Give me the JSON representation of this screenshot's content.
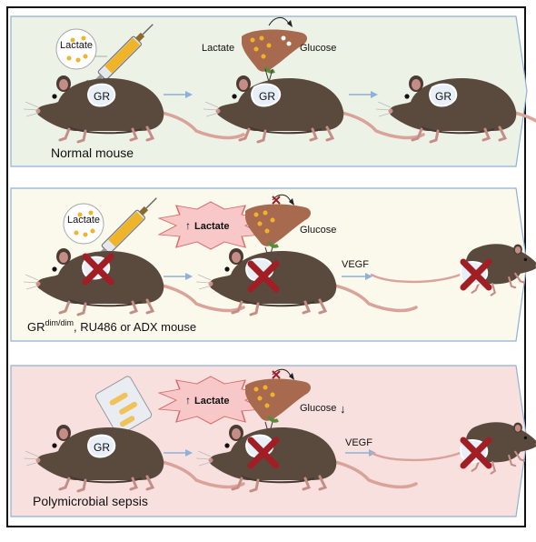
{
  "panels": [
    {
      "id": "normal",
      "background": "#edf2e6",
      "caption": "Normal mouse",
      "bubble_text": "Lactate",
      "liver_left_label": "Lactate",
      "liver_right_label": "Glucose",
      "receptor_labels": [
        "GR",
        "GR",
        "GR"
      ]
    },
    {
      "id": "blocked",
      "background": "#fbf8ec",
      "caption_main": "GR",
      "caption_sup": "dim/dim",
      "caption_rest": ", RU486 or ADX mouse",
      "bubble_text": "Lactate",
      "burst_text": "Lactate",
      "burst_arrow": "↑",
      "liver_right_label": "Glucose",
      "shock_label": "VEGF"
    },
    {
      "id": "sepsis",
      "background": "#f7e0de",
      "caption": "Polymicrobial sepsis",
      "receptor_label": "GR",
      "burst_text": "Lactate",
      "burst_arrow": "↑",
      "liver_right_label": "Glucose",
      "glucose_arrow": "↓",
      "shock_label": "VEGF"
    }
  ],
  "colors": {
    "mouse_body": "#5a4a3e",
    "mouse_belly": "#6e5d50",
    "tail": "#d9a39a",
    "liver": "#a86a4f",
    "arrow": "#8fb0d8",
    "cross": "#a11e24",
    "syringe_fluid": "#f0b429",
    "burst": "#f8c7c7"
  }
}
